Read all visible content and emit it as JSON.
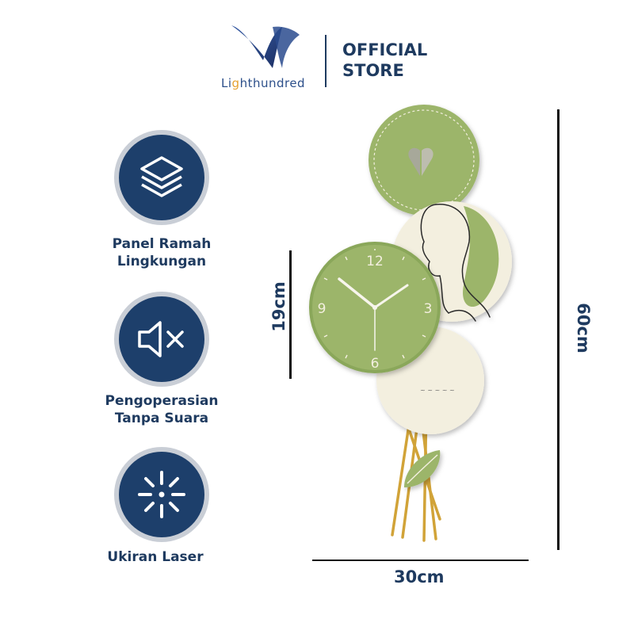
{
  "brand": {
    "logo_text_a": "Li",
    "logo_text_accent": "g",
    "logo_text_b": "hthundred",
    "store_line1": "OFFICIAL",
    "store_line2": "STORE",
    "colors": {
      "navy": "#1e3a5f",
      "logo_blue": "#2c4f8a",
      "logo_accent": "#e6a12f"
    }
  },
  "features": [
    {
      "icon": "layers-icon",
      "line1": "Panel Ramah",
      "line2": "Lingkungan"
    },
    {
      "icon": "mute-speaker-icon",
      "line1": "Pengoperasian",
      "line2": "Tanpa Suara"
    },
    {
      "icon": "laser-burst-icon",
      "line1": "Ukiran Laser",
      "line2": ""
    }
  ],
  "dimensions": {
    "clock_diameter": "19cm",
    "total_height": "60cm",
    "total_width": "30cm"
  },
  "clock": {
    "numerals": [
      "12",
      "3",
      "6",
      "9"
    ],
    "colors": {
      "green": "#9cb56a",
      "dark_green": "#8aa75a",
      "cream": "#f3efdf",
      "gold": "#d1a338"
    }
  }
}
